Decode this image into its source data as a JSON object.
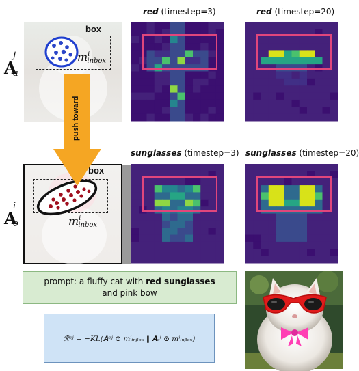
{
  "row_labels": {
    "top": {
      "base": "A",
      "sup": "j",
      "sub": "a"
    },
    "bottom": {
      "base": "A",
      "sup": "i",
      "sub": "o"
    }
  },
  "panel_a": {
    "box_label": "box",
    "mask_label": {
      "m": "m",
      "sup": "i",
      "sub": "inbox"
    }
  },
  "panel_o": {
    "box_label": "box",
    "mask_label": {
      "m": "m",
      "sup": "i",
      "sub": "inbox"
    }
  },
  "arrow_label": "push toward",
  "heatmaps": [
    {
      "word": "red",
      "suffix": " (timestep=3)"
    },
    {
      "word": "red",
      "suffix": " (timestep=20)"
    },
    {
      "word": "sunglasses",
      "suffix": " (timestep=3)"
    },
    {
      "word": "sunglasses",
      "suffix": " (timestep=20)"
    }
  ],
  "prompt": {
    "prefix": "prompt: a fluffy cat with ",
    "bold": "red sunglasses",
    "suffix": "and pink bow"
  },
  "formula": "ℛᵃʲ = −KL(𝐀ᵃʲ ⊙ mⁱᵢₙᵦₒₓ ‖ 𝐀ₒⁱ ⊙ mⁱᵢₙᵦₒₓ)",
  "colors": {
    "heatmap_bg": "#3b0f70",
    "heatmap_highlight_box": "#e0467c",
    "mask_blue": "#1f3fcf",
    "mask_red": "#a00f1e",
    "arrow": "#f5a623",
    "prompt_bg": "#d8ebd1",
    "formula_bg": "#cfe3f6"
  }
}
